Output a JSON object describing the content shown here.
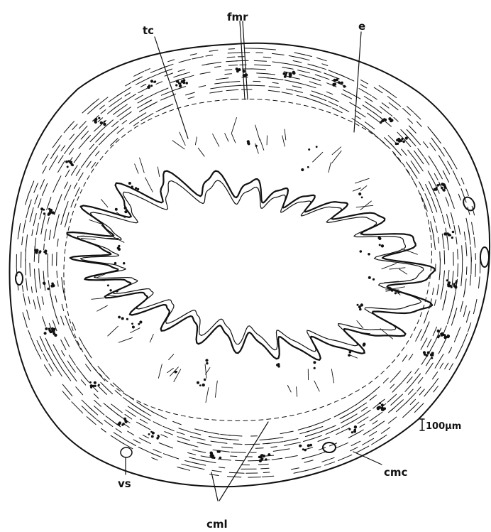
{
  "labels": {
    "tc": "tc",
    "fmr": "fmr",
    "e": "e",
    "vs": "vs",
    "cml": "cml",
    "cmc": "cmc"
  },
  "scale_bar": {
    "text": "100µm"
  },
  "colors": {
    "ink": "#111111",
    "background": "#ffffff"
  }
}
